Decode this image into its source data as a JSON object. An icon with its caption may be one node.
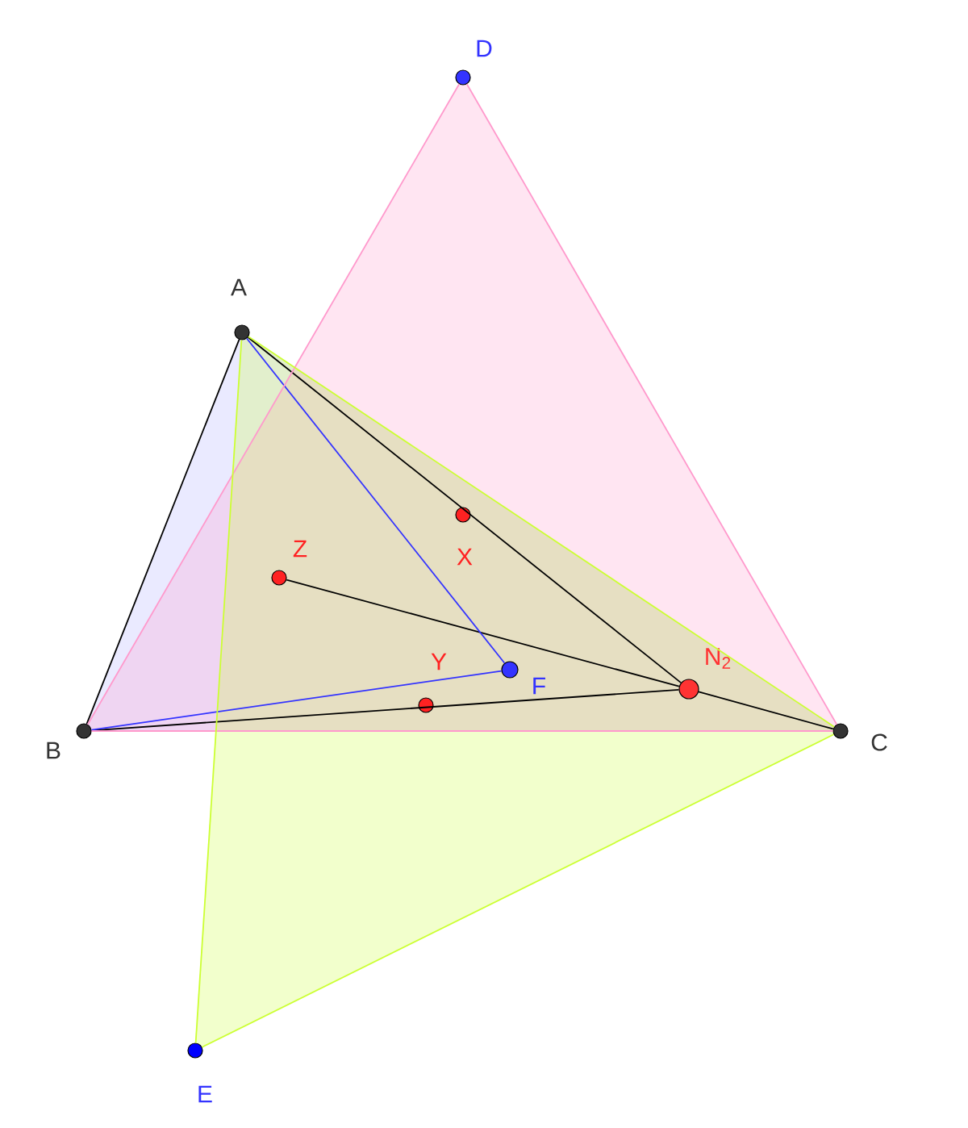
{
  "diagram": {
    "nodes": [
      {
        "text": [],
        "shape": "circle",
        "beside": [
          "A"
        ]
      },
      {
        "text": [],
        "shape": "circle",
        "beside": [
          "B"
        ]
      },
      {
        "text": [],
        "shape": "circle",
        "beside": [
          "C"
        ]
      },
      {
        "text": [],
        "shape": "circle",
        "beside": [
          "D"
        ]
      },
      {
        "text": [],
        "shape": "circle",
        "beside": [
          "E"
        ]
      },
      {
        "text": [],
        "shape": "circle",
        "beside": [
          "F"
        ]
      },
      {
        "text": [],
        "shape": "circle",
        "beside": [
          "X"
        ]
      },
      {
        "text": [],
        "shape": "circle",
        "beside": [
          "Y"
        ]
      },
      {
        "text": [],
        "shape": "circle",
        "beside": [
          "Z"
        ]
      },
      {
        "text": [],
        "shape": "circle",
        "beside": [
          "N$_{2}$"
        ]
      }
    ],
    "edges": [
      {
        "from": 0,
        "to": 1,
        "arrow": "none"
      },
      {
        "from": 0,
        "to": 9,
        "arrow": "none"
      },
      {
        "from": 9,
        "to": 2,
        "arrow": "none"
      },
      {
        "from": 8,
        "to": 9,
        "arrow": "none"
      },
      {
        "from": 1,
        "to": 9,
        "arrow": "none"
      },
      {
        "from": 0,
        "to": 5,
        "arrow": "none",
        "color": "#3333ff"
      },
      {
        "from": 1,
        "to": 5,
        "arrow": "none",
        "color": "#3333ff"
      },
      {
        "from": 1,
        "to": 3,
        "arrow": "none",
        "color": "#ff99cc"
      },
      {
        "from": 3,
        "to": 2,
        "arrow": "none",
        "color": "#ff99cc"
      },
      {
        "from": 1,
        "to": 2,
        "arrow": "none",
        "color": "#ff99cc"
      },
      {
        "from": 0,
        "to": 4,
        "arrow": "none",
        "color": "#ccff33"
      },
      {
        "from": 4,
        "to": 2,
        "arrow": "none",
        "color": "#ccff33"
      },
      {
        "from": 0,
        "to": 2,
        "arrow": "none",
        "color": "#ccff33"
      }
    ]
  }
}
